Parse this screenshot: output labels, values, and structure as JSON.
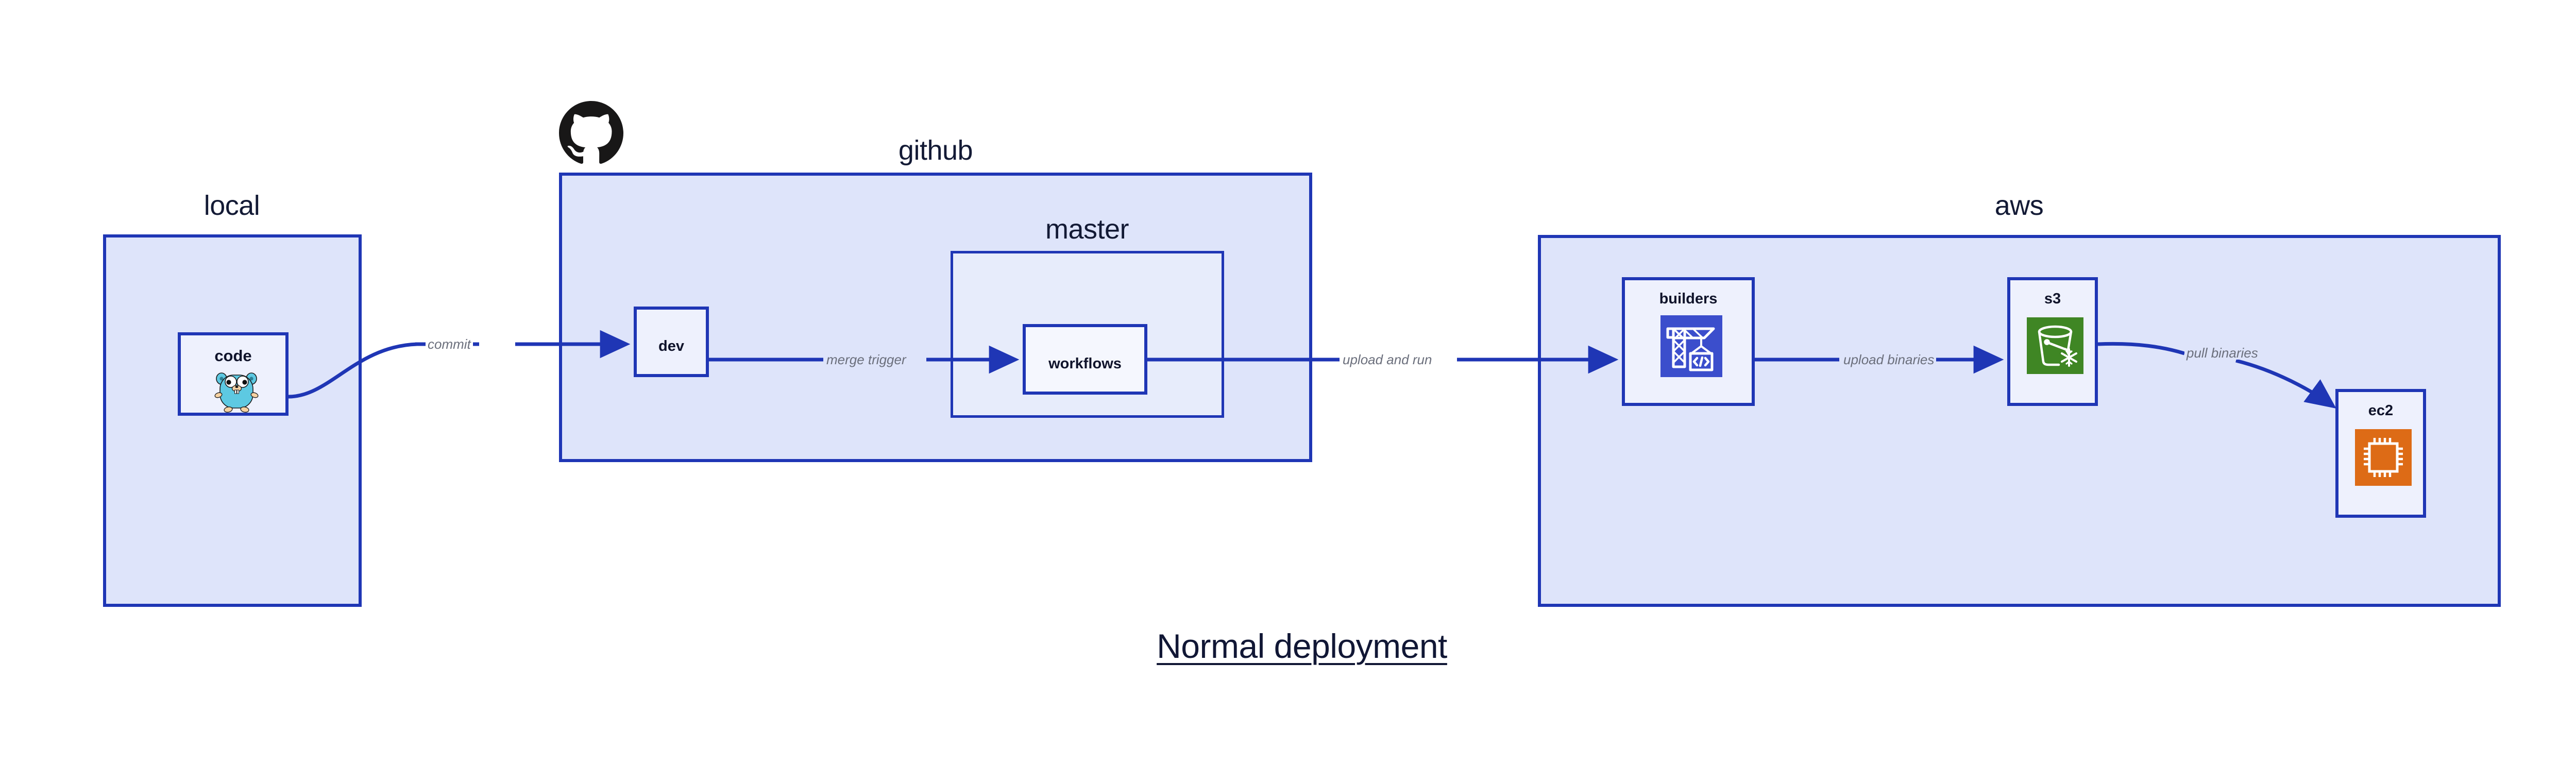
{
  "diagram": {
    "title": "Normal deployment",
    "title_underlined": true,
    "background_color": "#ffffff",
    "accent_color": "#1f36b5",
    "group_fill_color": "#dee4fa",
    "node_fill_color": "#eef1fd",
    "label_text_color": "#131a35",
    "edge_label_color": "#6b6f7c"
  },
  "groups": [
    {
      "id": "local",
      "label": "local",
      "icon": null
    },
    {
      "id": "github",
      "label": "github",
      "icon": "github-octocat-icon",
      "icon_color": "#181717"
    },
    {
      "id": "master",
      "label": "master",
      "icon": null
    },
    {
      "id": "aws",
      "label": "aws",
      "icon": null
    }
  ],
  "nodes": [
    {
      "id": "code",
      "label": "code",
      "group": "local",
      "icon": "go-gopher-icon",
      "icon_colors": {
        "body": "#5dc9e2",
        "snout": "#f6d2a2",
        "eye": "#ffffff",
        "pupil": "#000000"
      }
    },
    {
      "id": "dev",
      "label": "dev",
      "group": "github",
      "icon": null
    },
    {
      "id": "workflows",
      "label": "workflows",
      "group": "master",
      "icon": null
    },
    {
      "id": "builders",
      "label": "builders",
      "group": "aws",
      "icon": "crane-code-icon",
      "icon_color": "#3b4ecc"
    },
    {
      "id": "s3",
      "label": "s3",
      "group": "aws",
      "icon": "s3-bucket-glacier-icon",
      "icon_color": "#3f8624"
    },
    {
      "id": "ec2",
      "label": "ec2",
      "group": "aws",
      "icon": "cpu-chip-icon",
      "icon_color": "#dd6b16"
    }
  ],
  "edges": [
    {
      "id": "commit",
      "label": "commit",
      "from": "code",
      "to": "dev",
      "style": "curved"
    },
    {
      "id": "merge-trigger",
      "label": "merge trigger",
      "from": "dev",
      "to": "workflows",
      "style": "straight"
    },
    {
      "id": "upload-and-run",
      "label": "upload and run",
      "from": "workflows",
      "to": "builders",
      "style": "straight"
    },
    {
      "id": "upload-binaries",
      "label": "upload binaries",
      "from": "builders",
      "to": "s3",
      "style": "straight"
    },
    {
      "id": "pull-binaries",
      "label": "pull binaries",
      "from": "s3",
      "to": "ec2",
      "style": "curved"
    }
  ]
}
